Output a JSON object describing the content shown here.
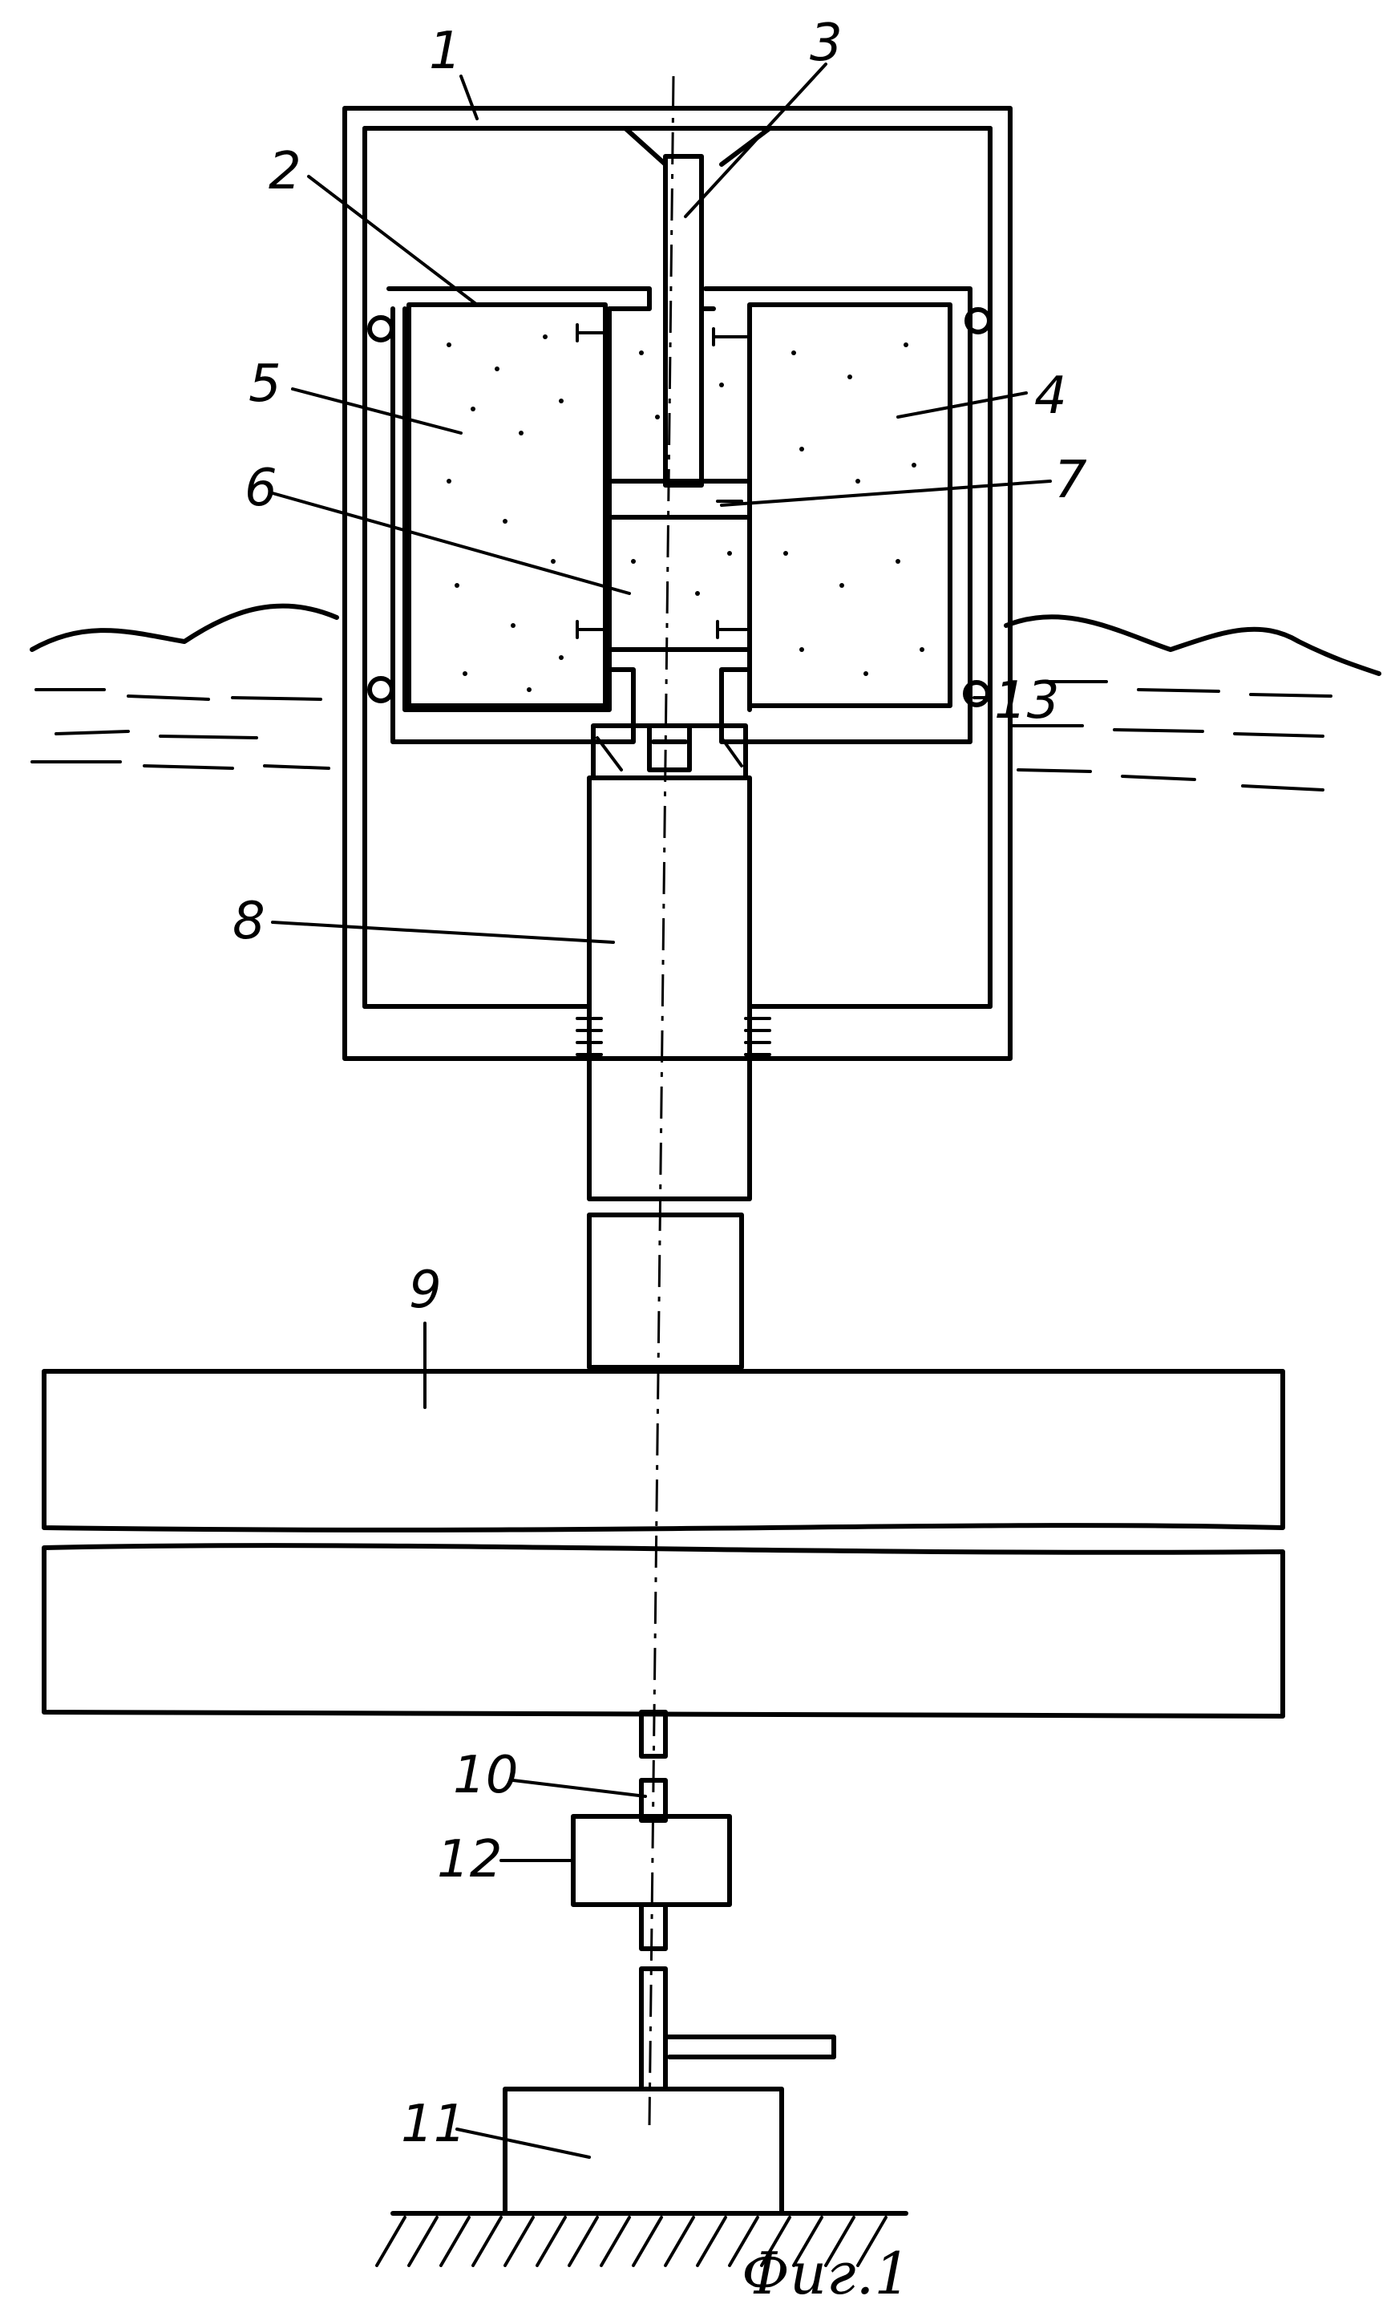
{
  "figure": {
    "caption": "Фиг.1",
    "labels": [
      {
        "id": "label-1",
        "text": "1"
      },
      {
        "id": "label-2",
        "text": "2"
      },
      {
        "id": "label-3",
        "text": "3"
      },
      {
        "id": "label-4",
        "text": "4"
      },
      {
        "id": "label-5",
        "text": "5"
      },
      {
        "id": "label-6",
        "text": "6"
      },
      {
        "id": "label-7",
        "text": "7"
      },
      {
        "id": "label-8",
        "text": "8"
      },
      {
        "id": "label-9",
        "text": "9"
      },
      {
        "id": "label-10",
        "text": "10"
      },
      {
        "id": "label-11",
        "text": "11"
      },
      {
        "id": "label-12",
        "text": "12"
      },
      {
        "id": "label-13",
        "text": "13"
      }
    ]
  }
}
